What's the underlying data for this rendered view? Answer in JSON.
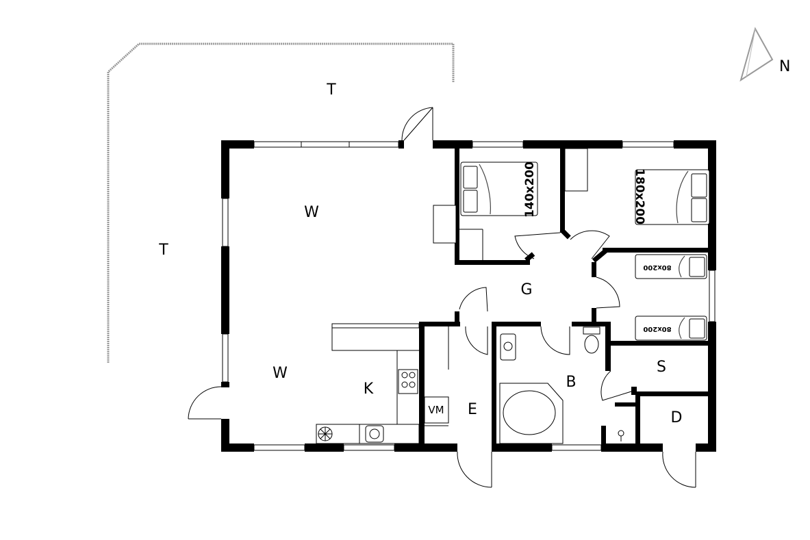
{
  "plan": {
    "rooms": {
      "terrace_top": "T",
      "terrace_left": "T",
      "living_top": "W",
      "living_bottom": "W",
      "kitchen": "K",
      "hall": "G",
      "bath": "B",
      "entry": "E",
      "washer": "VM",
      "storage": "S",
      "closet": "D"
    },
    "beds": {
      "bed1": "140x200",
      "bed2": "180x200",
      "bed3": "80x200",
      "bed4": "80x200"
    },
    "north": "N"
  }
}
